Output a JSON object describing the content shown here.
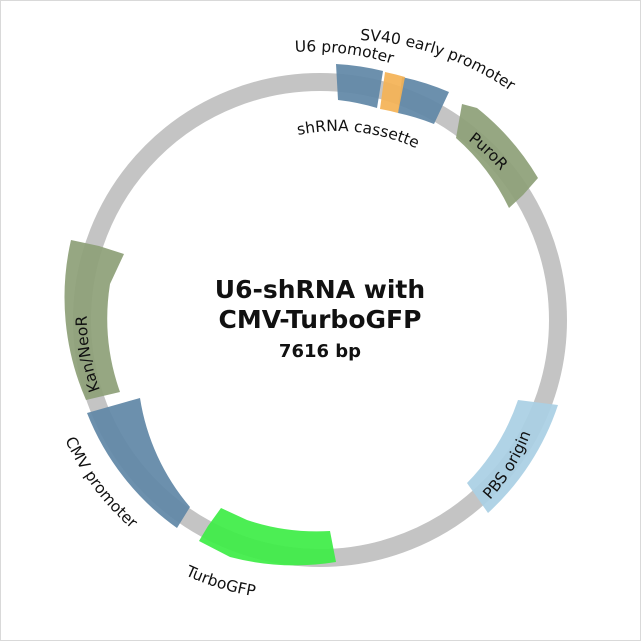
{
  "plasmid": {
    "title_line1": "U6-shRNA with",
    "title_line2": "CMV-TurboGFP",
    "size_label": "7616 bp",
    "backbone_color": "#c4c4c4"
  },
  "features": [
    {
      "key": "sv40",
      "label": "SV40 early promoter",
      "color": "#5f87a6"
    },
    {
      "key": "u6",
      "label": "U6 promoter",
      "color": "#5f87a6"
    },
    {
      "key": "shrna",
      "label": "shRNA cassette",
      "color": "#f4b255"
    },
    {
      "key": "puror",
      "label": "PuroR",
      "color": "#8da077"
    },
    {
      "key": "pbs",
      "label": "PBS origin",
      "color": "#a9cfe4"
    },
    {
      "key": "turbogfp",
      "label": "TurboGFP",
      "color": "#3ded45"
    },
    {
      "key": "cmv",
      "label": "CMV promoter",
      "color": "#5f87a6"
    },
    {
      "key": "kanneo",
      "label": "Kan/NeoR",
      "color": "#8da077"
    }
  ]
}
